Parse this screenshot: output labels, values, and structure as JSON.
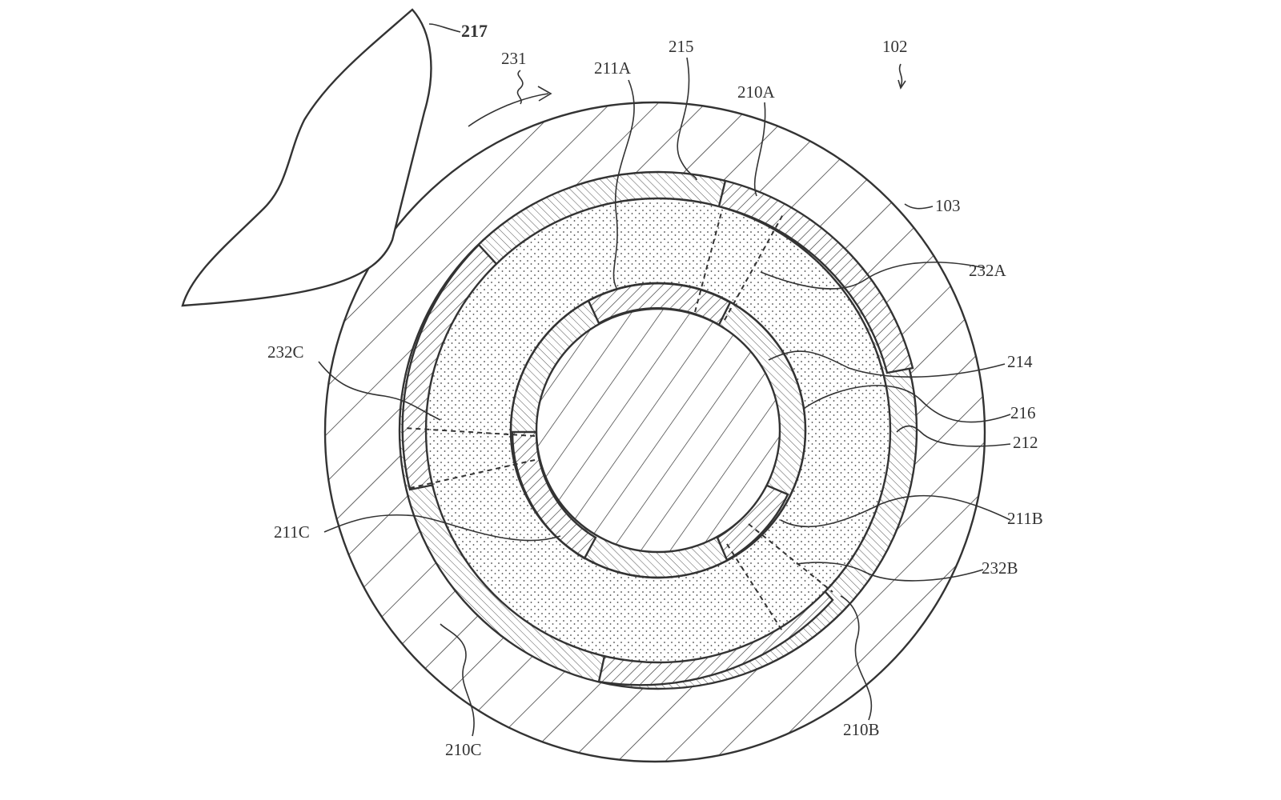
{
  "figure": {
    "labels": {
      "l217": "217",
      "l231": "231",
      "l211A": "211A",
      "l215": "215",
      "l210A": "210A",
      "l102": "102",
      "l103": "103",
      "l232A": "232A",
      "l214": "214",
      "l232C": "232C",
      "l216": "216",
      "l212": "212",
      "l211B": "211B",
      "l211C": "211C",
      "l232B": "232B",
      "l210B": "210B",
      "l210C": "210C"
    }
  }
}
